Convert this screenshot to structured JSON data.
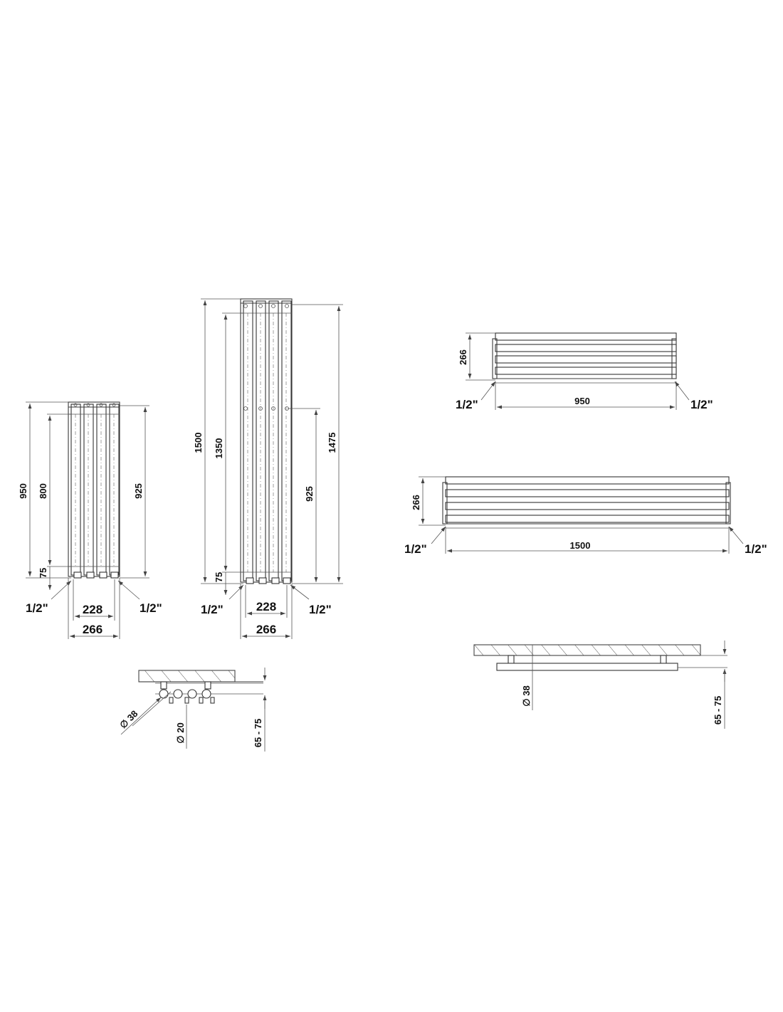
{
  "colors": {
    "line": "#3a3a3a",
    "text": "#111111",
    "background": "#ffffff"
  },
  "front_small": {
    "height_total": "950",
    "height_centers": "800",
    "height_connection": "925",
    "bottom_offset": "75",
    "width_inner": "228",
    "width_total": "266",
    "thread_left": "1/2\"",
    "thread_right": "1/2\""
  },
  "front_tall": {
    "height_total": "1500",
    "height_centers": "1350",
    "height_connection_left": "1475",
    "height_connection_right": "925",
    "bottom_offset": "75",
    "width_inner": "228",
    "width_total": "266",
    "thread_left": "1/2\"",
    "thread_right": "1/2\""
  },
  "horiz_small": {
    "height": "266",
    "width": "950",
    "thread_left": "1/2\"",
    "thread_right": "1/2\""
  },
  "horiz_large": {
    "height": "266",
    "width": "1500",
    "thread_left": "1/2\"",
    "thread_right": "1/2\""
  },
  "section_vertical": {
    "tube_diameter": "∅ 38",
    "connection_diameter": "∅ 20",
    "wall_distance": "65 - 75"
  },
  "section_horizontal": {
    "tube_diameter": "∅ 38",
    "wall_distance": "65 - 75"
  }
}
